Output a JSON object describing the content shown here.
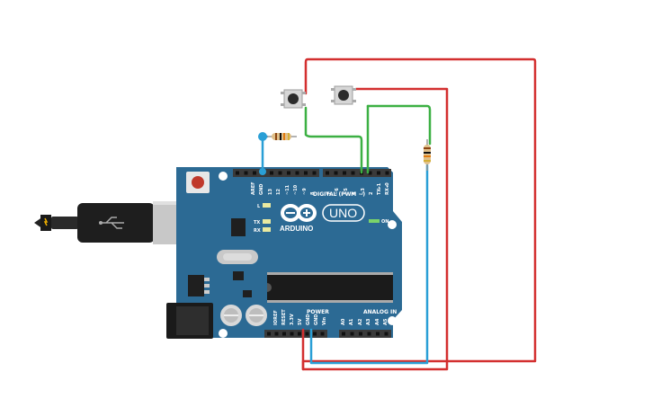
{
  "board": {
    "model": "UNO",
    "brand": "ARDUINO",
    "digital_label": "DIGITAL (PWM ~)",
    "power_label": "POWER",
    "analog_label": "ANALOG IN",
    "on_label": "ON",
    "l_label": "L",
    "tx_label": "TX",
    "rx_label": "RX",
    "digital_pins": [
      "AREF",
      "GND",
      "13",
      "12",
      "~11",
      "~10",
      "~9",
      "8",
      "7",
      "~6",
      "~5",
      "4",
      "~3",
      "2",
      "TX▸1",
      "RX◂0"
    ],
    "power_pins": [
      "IOREF",
      "RESET",
      "3.3V",
      "5V",
      "GND",
      "GND",
      "Vin"
    ],
    "analog_pins": [
      "A0",
      "A1",
      "A2",
      "A3",
      "A4",
      "A5"
    ]
  },
  "colors": {
    "board": "#2c6a94",
    "wire_green": "#3cb043",
    "wire_red": "#d32f2f",
    "wire_blue": "#2a9fd6",
    "header": "#3a3a3a"
  },
  "components": {
    "buttons": [
      "pushbutton",
      "pushbutton"
    ],
    "resistors": [
      "resistor",
      "resistor"
    ],
    "usb": "usb-cable",
    "power_jack": "dc-jack"
  }
}
